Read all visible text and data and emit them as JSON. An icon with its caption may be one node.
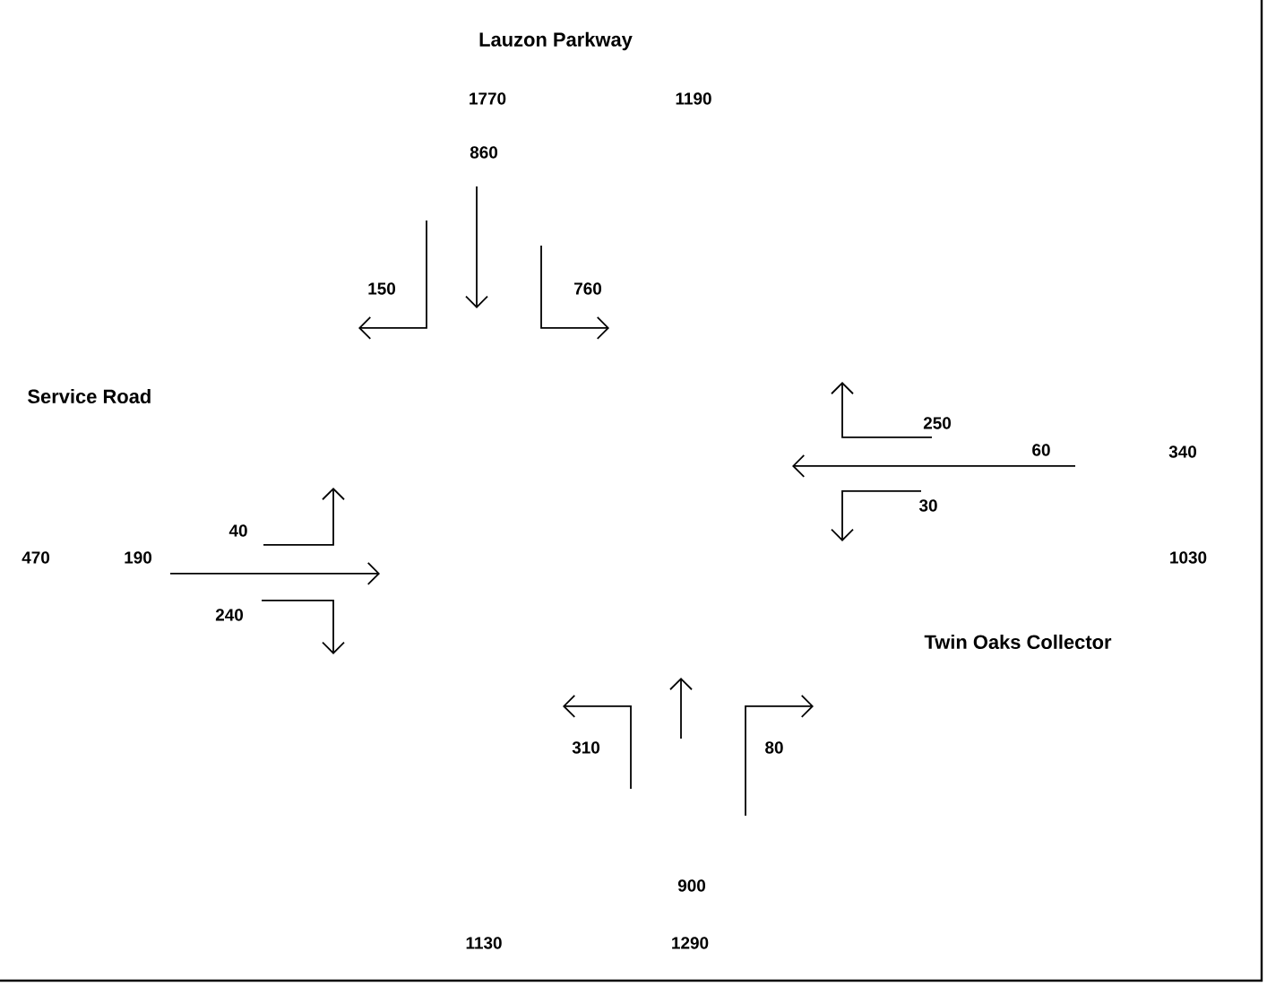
{
  "diagram": {
    "labels": [
      "Lauzon Parkway",
      "1770",
      "1190",
      "860",
      "150",
      "760",
      "Service Road",
      "250",
      "60",
      "340",
      "40",
      "30",
      "470",
      "190",
      "1030",
      "240",
      "Twin Oaks Collector",
      "310",
      "80",
      "900",
      "1130",
      "1290"
    ]
  }
}
